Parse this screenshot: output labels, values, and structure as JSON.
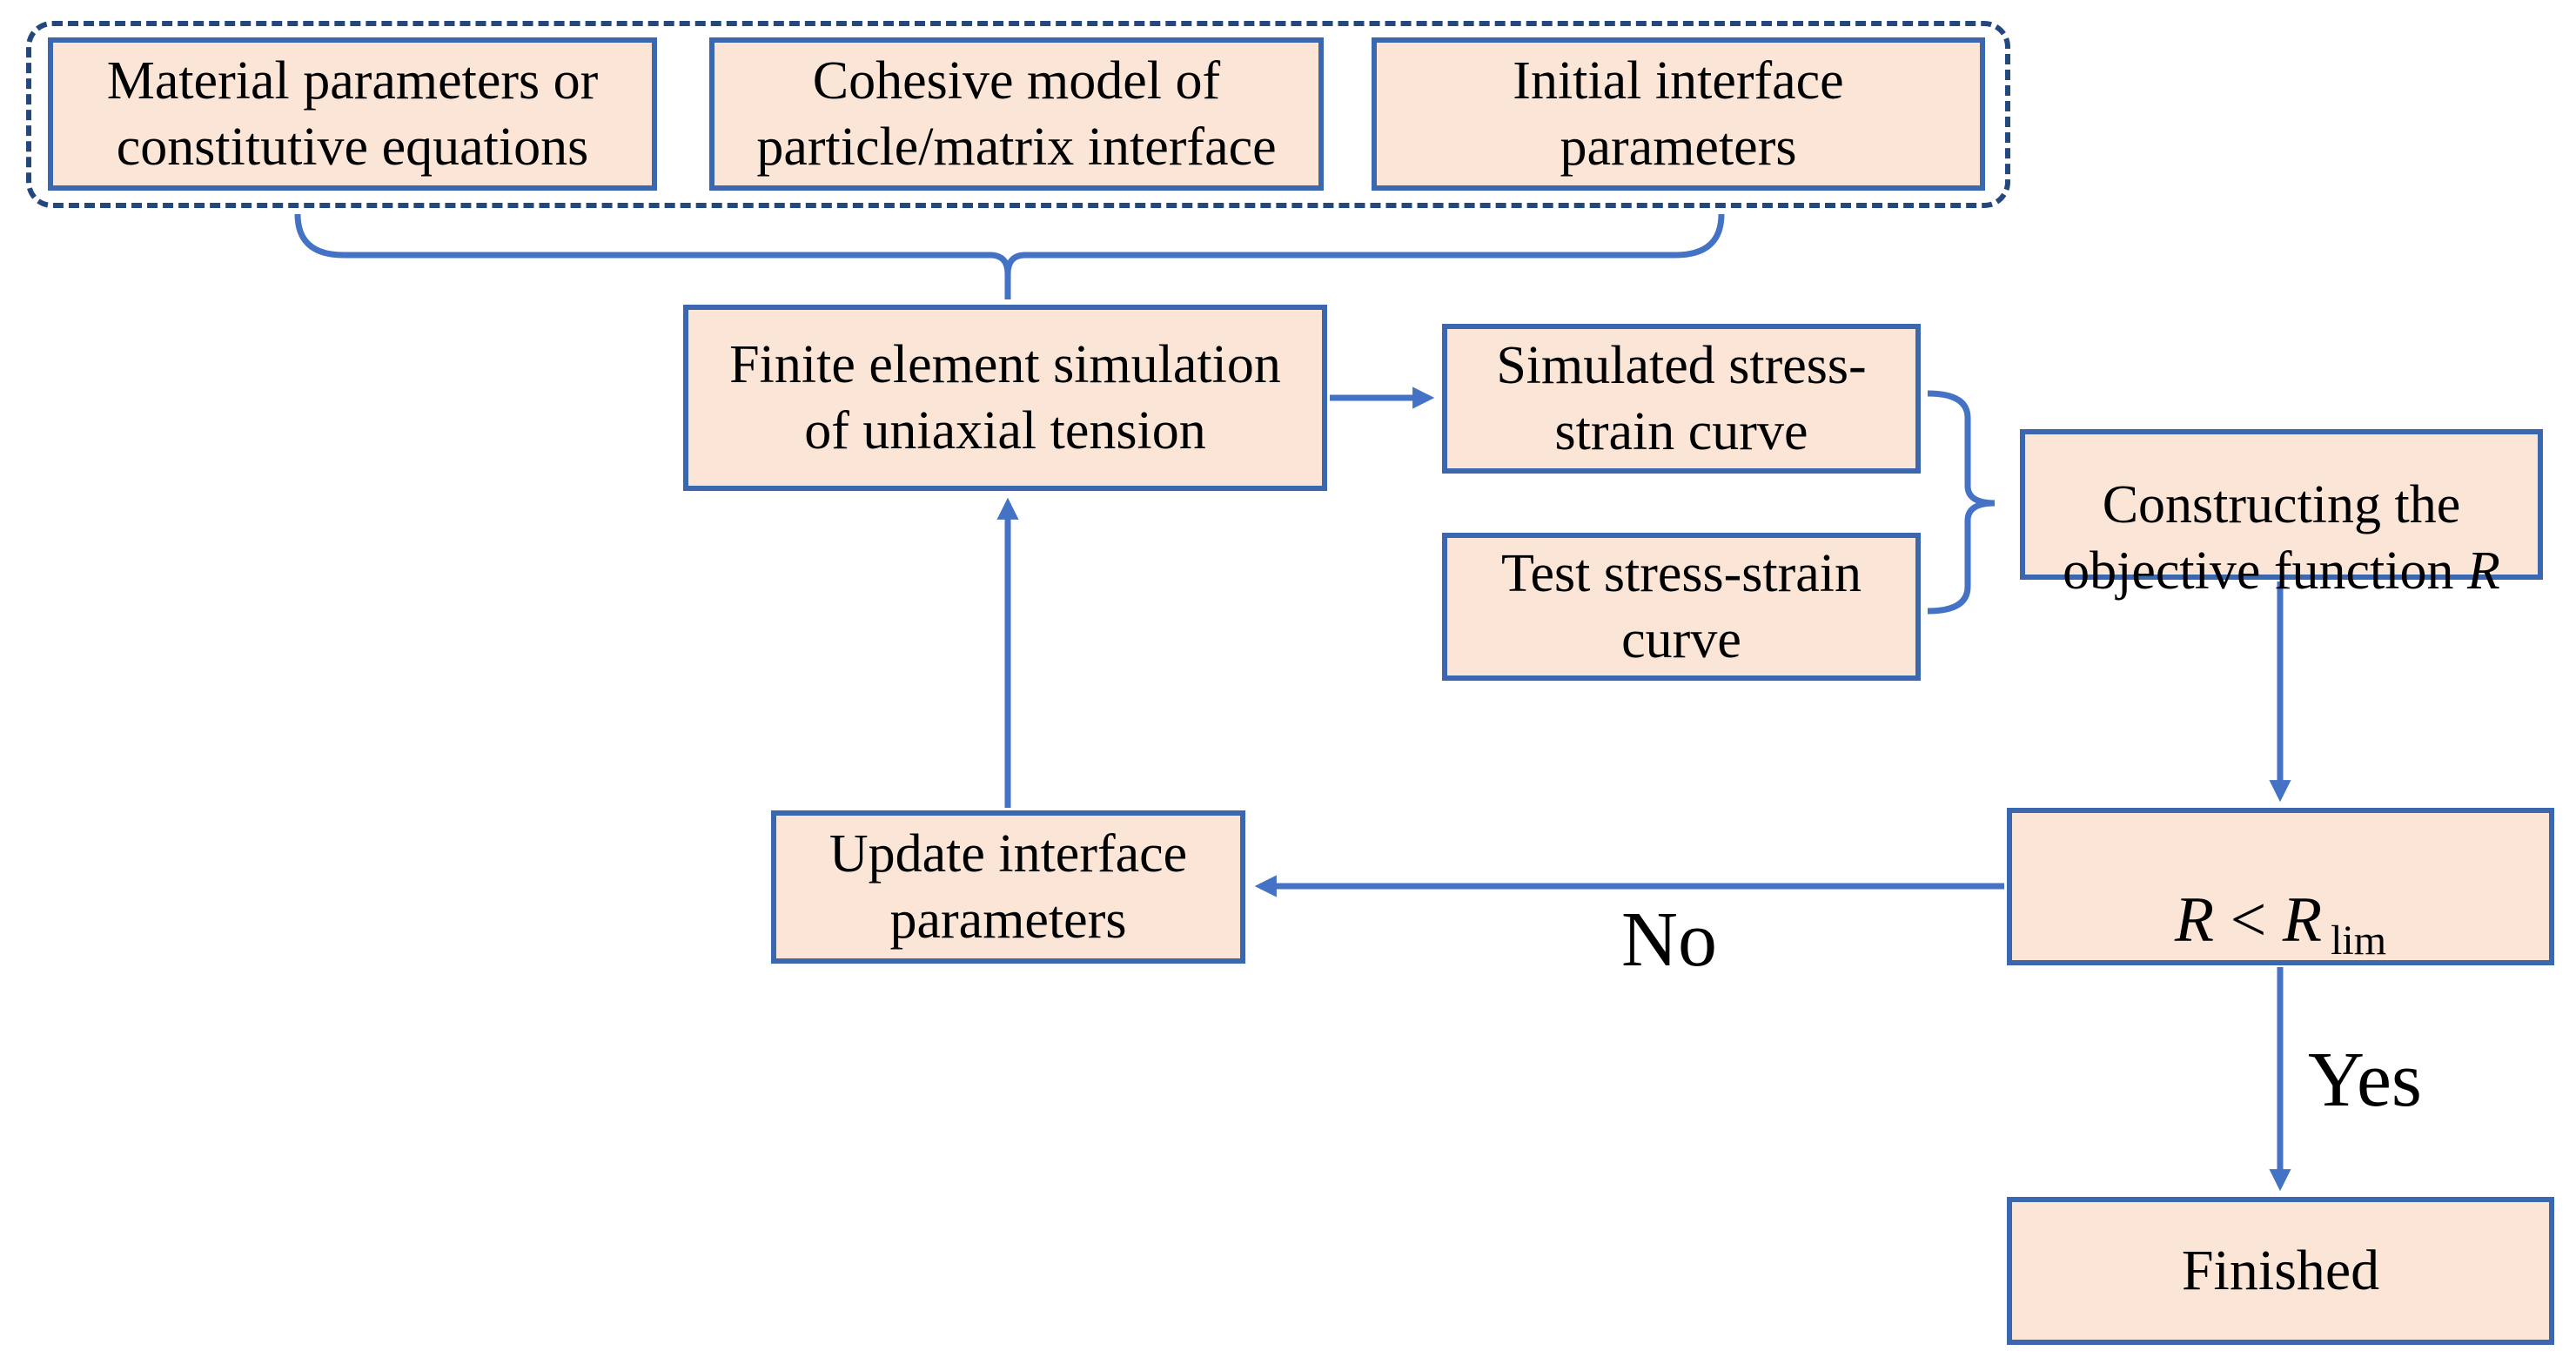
{
  "colors": {
    "background": "#ffffff",
    "box_fill": "#FBE5D6",
    "box_border": "#3A67AE",
    "connector_blue": "#4472C4",
    "dashed_group_border": "#24477E",
    "text": "#000000"
  },
  "input_group": {
    "boxes": [
      {
        "label": "Material parameters or\nconstitutive equations"
      },
      {
        "label": "Cohesive model of\nparticle/matrix interface"
      },
      {
        "label": "Initial interface\nparameters"
      }
    ]
  },
  "nodes": {
    "fe_simulation": {
      "label": "Finite element simulation\nof uniaxial tension"
    },
    "simulated_curve": {
      "label": "Simulated stress-\nstrain curve"
    },
    "test_curve": {
      "label": "Test stress-strain\ncurve"
    },
    "constructing": {
      "prefix": "Constructing the\nobjective function ",
      "symbol": "R"
    },
    "decision": {
      "r_left": "R",
      "operator": " < ",
      "r_right": "R",
      "subscript": "lim"
    },
    "update": {
      "label": "Update interface\nparameters"
    },
    "finished": {
      "label": "Finished"
    }
  },
  "edge_labels": {
    "no": "No",
    "yes": "Yes"
  }
}
